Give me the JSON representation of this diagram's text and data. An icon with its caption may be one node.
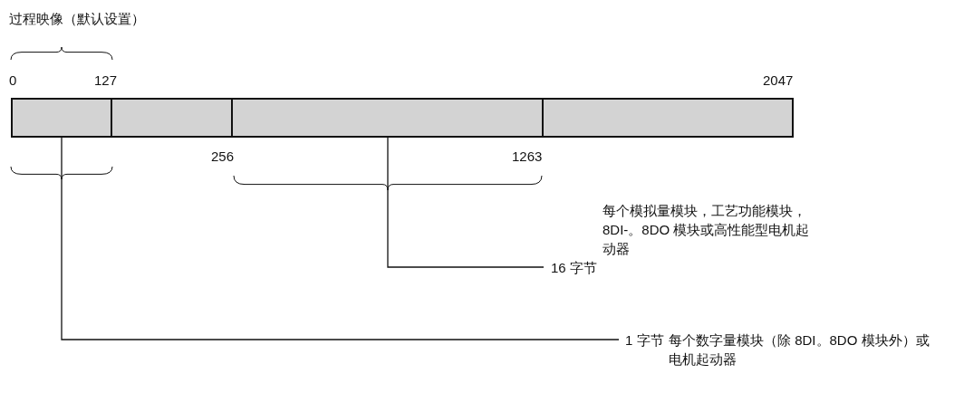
{
  "diagram": {
    "nodes": [
      {
        "text": [],
        "shape": "box"
      },
      {
        "text": [],
        "shape": "box"
      },
      {
        "text": [],
        "shape": "box"
      },
      {
        "text": [],
        "shape": "box"
      },
      {
        "text": [
          "16 字节"
        ],
        "beside": [
          "每个模拟量模块，工艺功能模块，8DI-。8DO 模块或高性能型电机起动器"
        ]
      },
      {
        "text": [
          "1 字节"
        ],
        "beside": [
          "每个数字量模块（除 8DI。8DO 模块外）或电机起动器"
        ]
      }
    ],
    "edges": [
      {
        "from": 4,
        "to": 2,
        "arrow": "none"
      },
      {
        "from": 5,
        "to": 0,
        "arrow": "none"
      }
    ],
    "labels": [
      "过程映像（默认设置）",
      "0",
      "127",
      "2047",
      "256",
      "1263"
    ]
  }
}
